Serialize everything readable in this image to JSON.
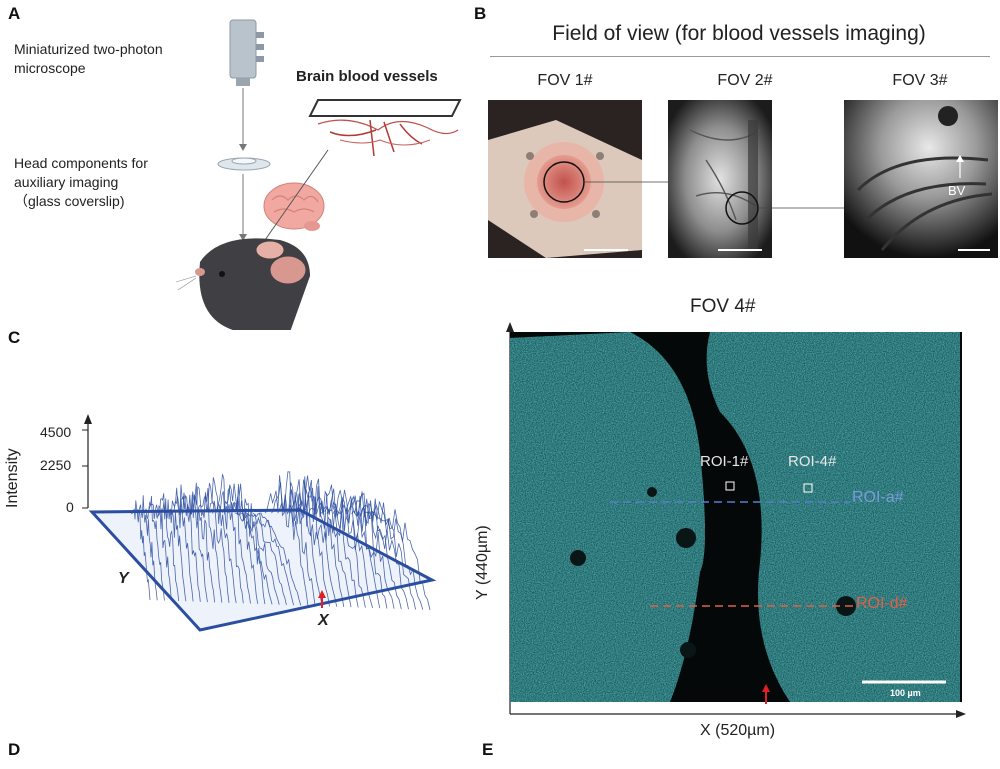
{
  "panels": {
    "a": "A",
    "b": "B",
    "c": "C",
    "d": "D",
    "e": "E"
  },
  "panel_a": {
    "microscope_label": "Miniaturized two-photon microscope",
    "head_label_line1": "Head components for",
    "head_label_line2": "auxiliary imaging",
    "head_label_line3": "（glass coverslip)",
    "vessels_label": "Brain blood vessels",
    "icons": [
      "microscope-icon",
      "coverslip-icon",
      "brain-icon",
      "vessels-icon",
      "mouse-icon"
    ]
  },
  "panel_b": {
    "header": "Field of view (for blood vessels imaging)",
    "fov1": "FOV 1#",
    "fov2": "FOV 2#",
    "fov3": "FOV 3#",
    "bv_label": "BV"
  },
  "panel_c": {
    "ylabel": "Intensity",
    "ticks": [
      "4500",
      "2250",
      "0"
    ],
    "axis_y": "Y",
    "axis_x": "X"
  },
  "panel_e": {
    "title": "FOV 4#",
    "ylabel": "Y (440µm)",
    "xlabel": "X (520µm)",
    "roi1": "ROI-1#",
    "roi4": "ROI-4#",
    "roia": "ROI-a#",
    "roid": "ROI-d#",
    "scalebar": "100 µm",
    "colors": {
      "signal": "#2fc6c4",
      "roi_a": "#7a9ad8",
      "roi_d": "#e0604a",
      "arrow": "#e02020"
    }
  }
}
